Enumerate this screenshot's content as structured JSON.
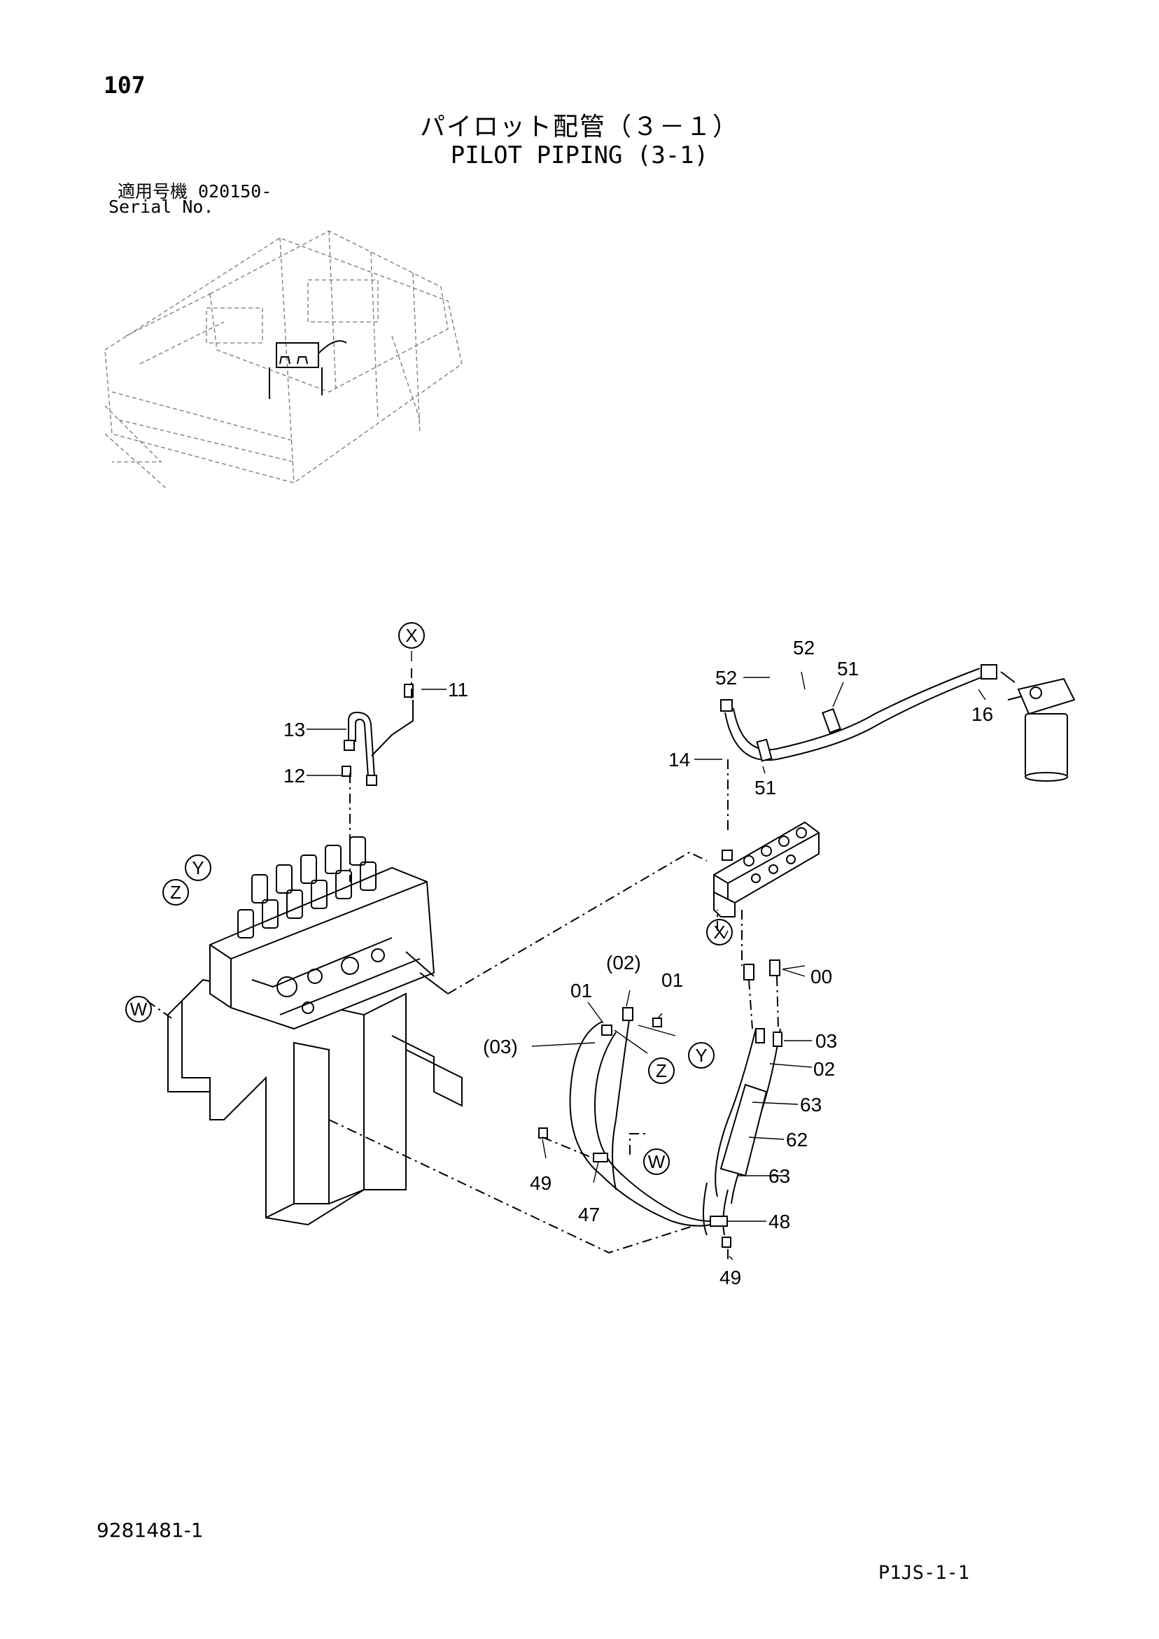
{
  "header": {
    "page_number": "107",
    "title_jp": "パイロット配管（３－１）",
    "title_en": "PILOT PIPING (3-1)",
    "serial_label_jp": "適用号機  020150-",
    "serial_label_en": "Serial No."
  },
  "callouts": {
    "c_11": "11",
    "c_12": "12",
    "c_13": "13",
    "c_14": "14",
    "c_16": "16",
    "c_51a": "51",
    "c_51b": "51",
    "c_52a": "52",
    "c_52b": "52",
    "c_00": "00",
    "c_01a": "01",
    "c_01b": "01",
    "c_02": "02",
    "c_02p": "(02)",
    "c_03": "03",
    "c_03p": "(03)",
    "c_47": "47",
    "c_48": "48",
    "c_49a": "49",
    "c_49b": "49",
    "c_62": "62",
    "c_63a": "63",
    "c_63b": "63"
  },
  "reference_markers": {
    "x_top": "X",
    "x_mid": "X",
    "y_left": "Y",
    "y_right": "Y",
    "z_left": "Z",
    "z_right": "Z",
    "w_left": "W",
    "w_right": "W"
  },
  "footer": {
    "doc_number": "9281481-1",
    "page_code": "P1JS-1-1"
  }
}
